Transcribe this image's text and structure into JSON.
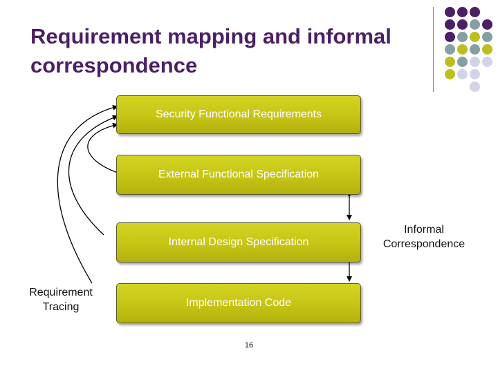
{
  "slide": {
    "title_line1": "Requirement mapping and informal",
    "title_line2": "correspondence",
    "page_number": "16"
  },
  "boxes": [
    {
      "label": "Security Functional Requirements"
    },
    {
      "label": "External Functional Specification"
    },
    {
      "label": "Internal Design Specification"
    },
    {
      "label": "Implementation Code"
    }
  ],
  "labels": {
    "informal_correspondence": "Informal Correspondence",
    "requirement_tracing": "Requirement Tracing"
  },
  "colors": {
    "title": "#4b1f63",
    "box_fill": "#c6c414",
    "dot_purple": "#4b1f63",
    "dot_teal": "#84a0a3",
    "dot_olive": "#bfbe20",
    "dot_lavender": "#d3d3e8"
  }
}
